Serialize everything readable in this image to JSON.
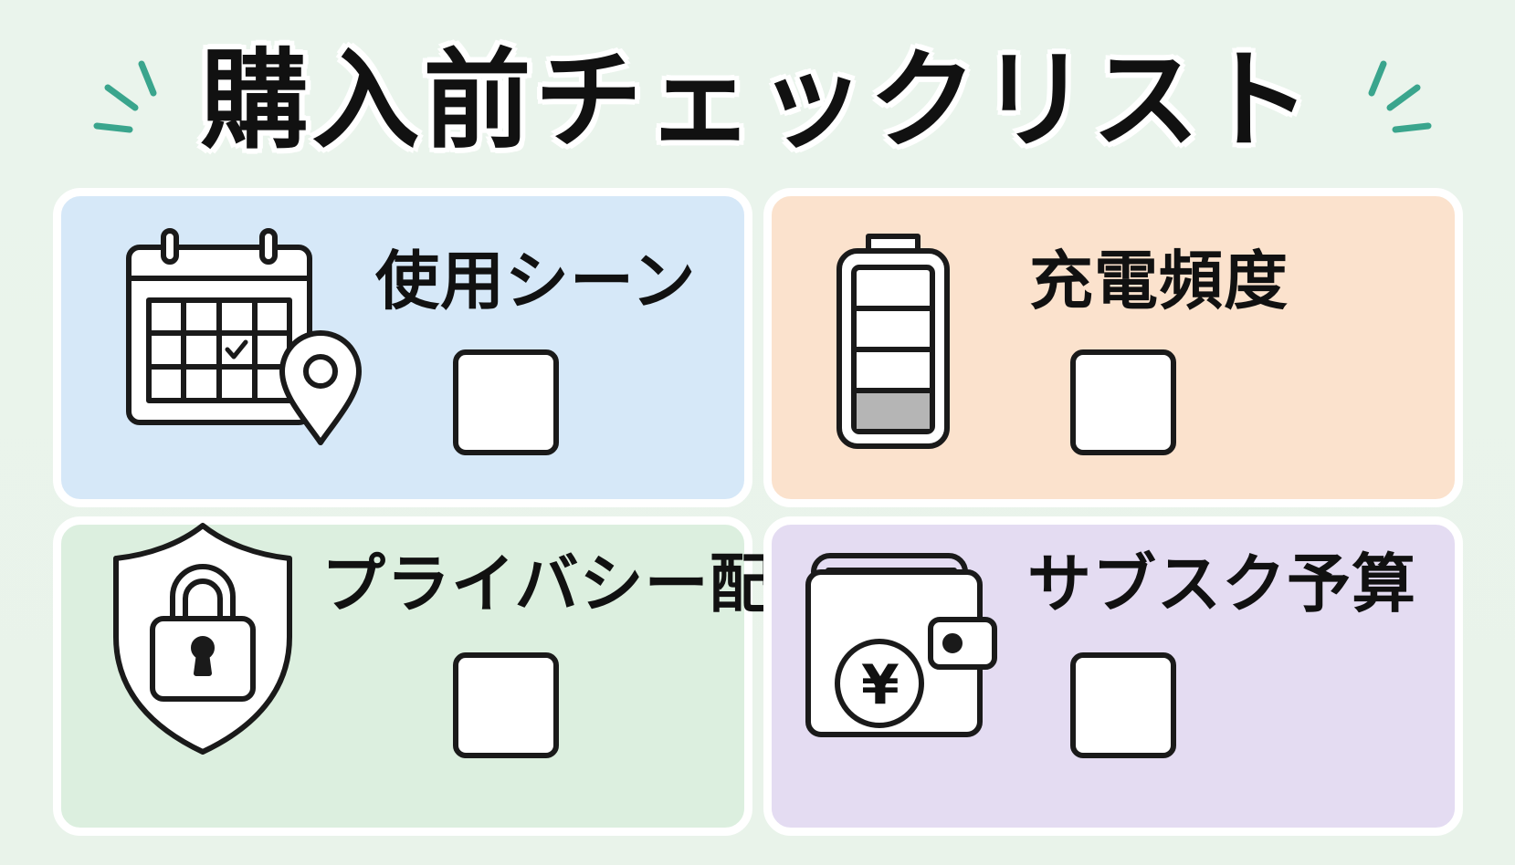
{
  "title": "購入前チェックリスト",
  "accent_color": "#3aa58d",
  "cards": [
    {
      "label": "使用シーン",
      "icon": "calendar-location-icon",
      "background": "#d6e8f8",
      "checked": false
    },
    {
      "label": "充電頻度",
      "icon": "battery-icon",
      "background": "#fbe2cd",
      "checked": false,
      "battery_level": 0.25
    },
    {
      "label": "プライバシー配慮",
      "icon": "shield-lock-icon",
      "background": "#dcefdf",
      "checked": false
    },
    {
      "label": "サブスク予算",
      "icon": "wallet-yen-icon",
      "background": "#e4dcf2",
      "checked": false
    }
  ],
  "wallet_symbol": "¥"
}
